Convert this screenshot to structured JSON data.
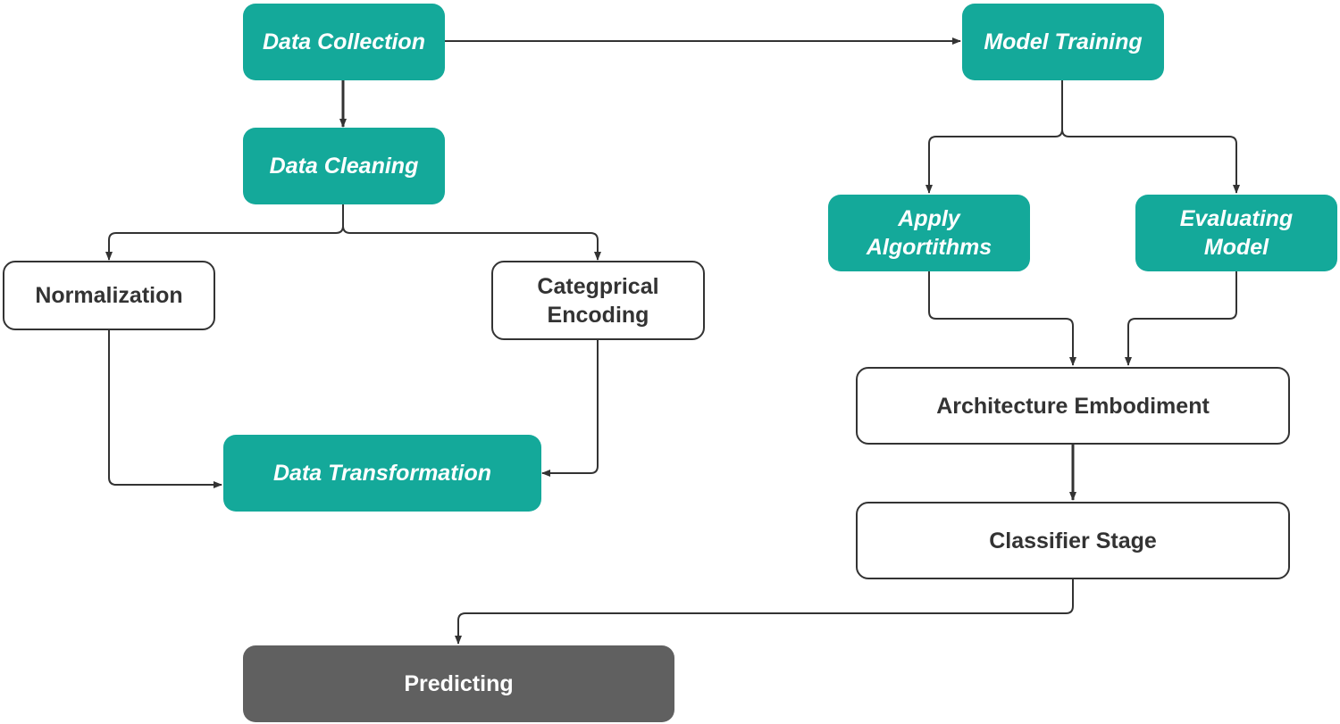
{
  "diagram": {
    "nodes": {
      "data_collection": "Data Collection",
      "data_cleaning": "Data Cleaning",
      "normalization": "Normalization",
      "categorical_encoding": "Categprical\nEncoding",
      "data_transformation": "Data Transformation",
      "model_training": "Model Training",
      "apply_algorithms": "Apply\nAlgortithms",
      "evaluating_model": "Evaluating\nModel",
      "architecture_embodiment": "Architecture Embodiment",
      "classifier_stage": "Classifier Stage",
      "predicting": "Predicting"
    },
    "colors": {
      "teal": "#14a99a",
      "dark": "#606060",
      "line": "#333333"
    },
    "edges": [
      [
        "data_collection",
        "model_training"
      ],
      [
        "data_collection",
        "data_cleaning"
      ],
      [
        "data_cleaning",
        "normalization"
      ],
      [
        "data_cleaning",
        "categorical_encoding"
      ],
      [
        "normalization",
        "data_transformation"
      ],
      [
        "categorical_encoding",
        "data_transformation"
      ],
      [
        "model_training",
        "apply_algorithms"
      ],
      [
        "model_training",
        "evaluating_model"
      ],
      [
        "apply_algorithms",
        "architecture_embodiment"
      ],
      [
        "evaluating_model",
        "architecture_embodiment"
      ],
      [
        "architecture_embodiment",
        "classifier_stage"
      ],
      [
        "classifier_stage",
        "predicting"
      ]
    ]
  }
}
